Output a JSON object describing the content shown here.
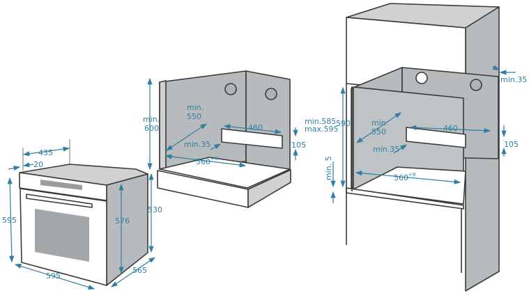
{
  "oven": {
    "depth_total": "435",
    "front_panel": "20",
    "height": "595",
    "width": "595",
    "side_height": "576",
    "rear_height": "530",
    "depth": "565"
  },
  "under_counter": {
    "min_height_label": "min.",
    "min_height_value": "600",
    "depth_label": "min.",
    "depth_value": "550",
    "vent_width": "460",
    "vent_height": "105",
    "gap": "min.35",
    "width": "560",
    "width_tolerance": "+8"
  },
  "column": {
    "top_gap": "min.35",
    "height_range_min": "min.585",
    "height_range_max": "max.595",
    "height": "590",
    "depth_label": "min.",
    "depth_value": "550",
    "vent_width": "460",
    "vent_height": "105",
    "gap": "min.35",
    "bottom_gap": "min. 5",
    "width": "560",
    "width_tolerance": "+8"
  },
  "colors": {
    "dimension": "#2f7fa3",
    "panel": "#b8bbbd"
  }
}
